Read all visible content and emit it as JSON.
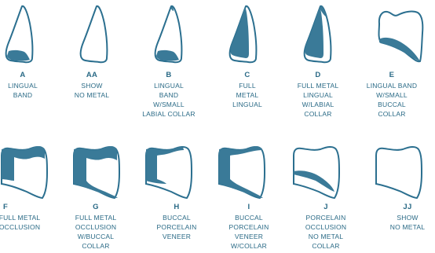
{
  "colors": {
    "stroke": "#2b6f8f",
    "fill": "#3a7a98",
    "text": "#2a6a86"
  },
  "options": [
    {
      "code": "A",
      "lines": [
        "LINGUAL",
        "BAND"
      ]
    },
    {
      "code": "AA",
      "lines": [
        "SHOW",
        "NO METAL"
      ]
    },
    {
      "code": "B",
      "lines": [
        "LINGUAL",
        "BAND",
        "W/SMALL",
        "LABIAL COLLAR"
      ]
    },
    {
      "code": "C",
      "lines": [
        "FULL",
        "METAL",
        "LINGUAL"
      ]
    },
    {
      "code": "D",
      "lines": [
        "FULL METAL",
        "LINGUAL",
        "W/LABIAL",
        "COLLAR"
      ]
    },
    {
      "code": "E",
      "lines": [
        "LINGUAL BAND",
        "W/SMALL",
        "BUCCAL",
        "COLLAR"
      ]
    },
    {
      "code": "F",
      "lines": [
        "FULL METAL",
        "OCCLUSION"
      ]
    },
    {
      "code": "G",
      "lines": [
        "FULL METAL",
        "OCCLUSION",
        "W/BUCCAL",
        "COLLAR"
      ]
    },
    {
      "code": "H",
      "lines": [
        "BUCCAL",
        "PORCELAIN",
        "VENEER"
      ]
    },
    {
      "code": "I",
      "lines": [
        "BUCCAL",
        "PORCELAIN",
        "VENEER",
        "W/COLLAR"
      ]
    },
    {
      "code": "J",
      "lines": [
        "PORCELAIN",
        "OCCLUSION",
        "NO METAL",
        "COLLAR"
      ]
    },
    {
      "code": "JJ",
      "lines": [
        "SHOW",
        "NO METAL"
      ]
    }
  ]
}
